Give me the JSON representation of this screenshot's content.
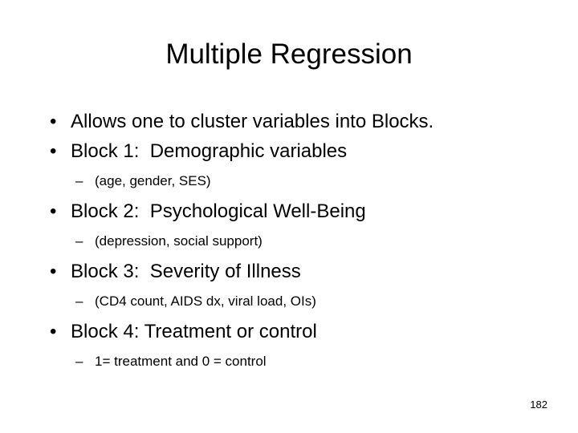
{
  "slide": {
    "title": "Multiple Regression",
    "page_number": "182",
    "background_color": "#ffffff",
    "text_color": "#000000",
    "bullet_marker": "•",
    "sub_bullet_marker": "–",
    "items": [
      {
        "level": 1,
        "marker": "•",
        "text": "Allows one to cluster variables into Blocks."
      },
      {
        "level": 1,
        "marker": "•",
        "text": "Block 1:  Demographic variables"
      },
      {
        "level": 2,
        "marker": "–",
        "text": "(age, gender, SES)"
      },
      {
        "level": 1,
        "marker": "•",
        "text": "Block 2:  Psychological Well-Being"
      },
      {
        "level": 2,
        "marker": "–",
        "text": "(depression, social support)"
      },
      {
        "level": 1,
        "marker": "•",
        "text": "Block 3:  Severity of Illness"
      },
      {
        "level": 2,
        "marker": "–",
        "text": "(CD4 count, AIDS dx, viral load, OIs)"
      },
      {
        "level": 1,
        "marker": "•",
        "text": "Block 4: Treatment or control"
      },
      {
        "level": 2,
        "marker": "–",
        "text": "1= treatment and 0 = control"
      }
    ]
  }
}
